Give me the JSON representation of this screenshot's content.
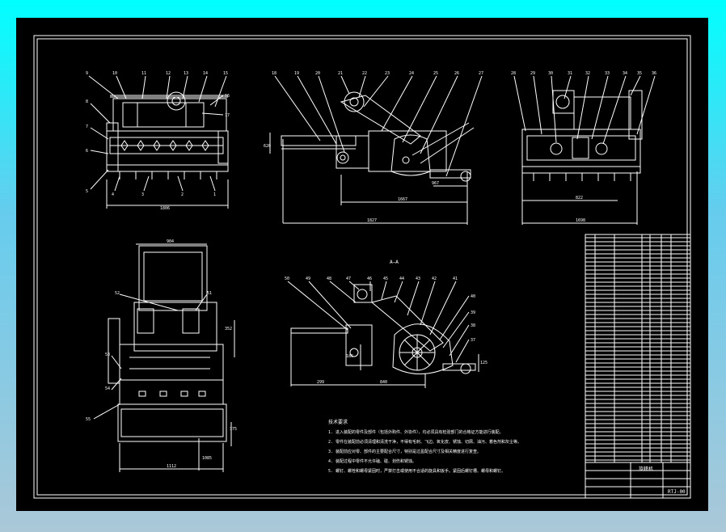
{
  "colors": {
    "background": "#00ffff",
    "paper": "#000000",
    "ink": "#ffffff"
  },
  "views": {
    "front": {
      "labels_top": [
        "9",
        "10",
        "11",
        "12",
        "13",
        "14",
        "15"
      ],
      "labels_left": [
        "8",
        "7",
        "6",
        "5"
      ],
      "labels_bottom": [
        "4",
        "3",
        "2",
        "1"
      ],
      "labels_right": [
        "16",
        "17"
      ],
      "dim_width": "1806"
    },
    "side": {
      "labels_top": [
        "18",
        "19",
        "20",
        "21",
        "22",
        "23",
        "24",
        "25",
        "26",
        "27"
      ],
      "dim_height": "620",
      "dim_inner": "1667",
      "dim_small": "967",
      "dim_total": "1827"
    },
    "rear": {
      "labels_top": [
        "28",
        "29",
        "30",
        "31",
        "32",
        "33",
        "34",
        "35",
        "36"
      ],
      "dim_inner": "822",
      "dim_total": "1698"
    },
    "plan": {
      "dim_top": "904",
      "labels": [
        "52",
        "51",
        "53",
        "54",
        "55"
      ],
      "dim_right_a": "352",
      "dim_right_b": "375",
      "dim_right_c": "1085",
      "dim_bottom": "1112"
    },
    "section": {
      "title": "A—A",
      "labels_top": [
        "50",
        "49",
        "48",
        "47",
        "46",
        "45",
        "44",
        "43",
        "42",
        "41"
      ],
      "labels_right": [
        "40",
        "39",
        "38",
        "37"
      ],
      "dim_left": "186",
      "dim_right": "125",
      "dim_b1": "299",
      "dim_b2": "840"
    }
  },
  "notes": {
    "title": "技术要求",
    "items": [
      "1. 进入装配的零件及部件（包括外购件、外协件），均必须具有检验部门的合格证方能进行装配。",
      "2. 零件在装配前必须清理和清洗干净，不得有毛刺、飞边、氧化皮、锈蚀、切屑、油污、着色剂和灰尘等。",
      "3. 装配前应对零、部件的主要配合尺寸，特别是过盈配合尺寸及相关精度进行复查。",
      "4. 装配过程中零件不允许磕、碰、划伤和锈蚀。",
      "5. 螺钉、螺栓和螺母紧固时，严禁打击或使用不合适的旋具和扳手。紧固后螺钉槽、螺母和螺钉。"
    ]
  },
  "title_block": {
    "name": "旋耕机",
    "code": "RTJ-00"
  }
}
